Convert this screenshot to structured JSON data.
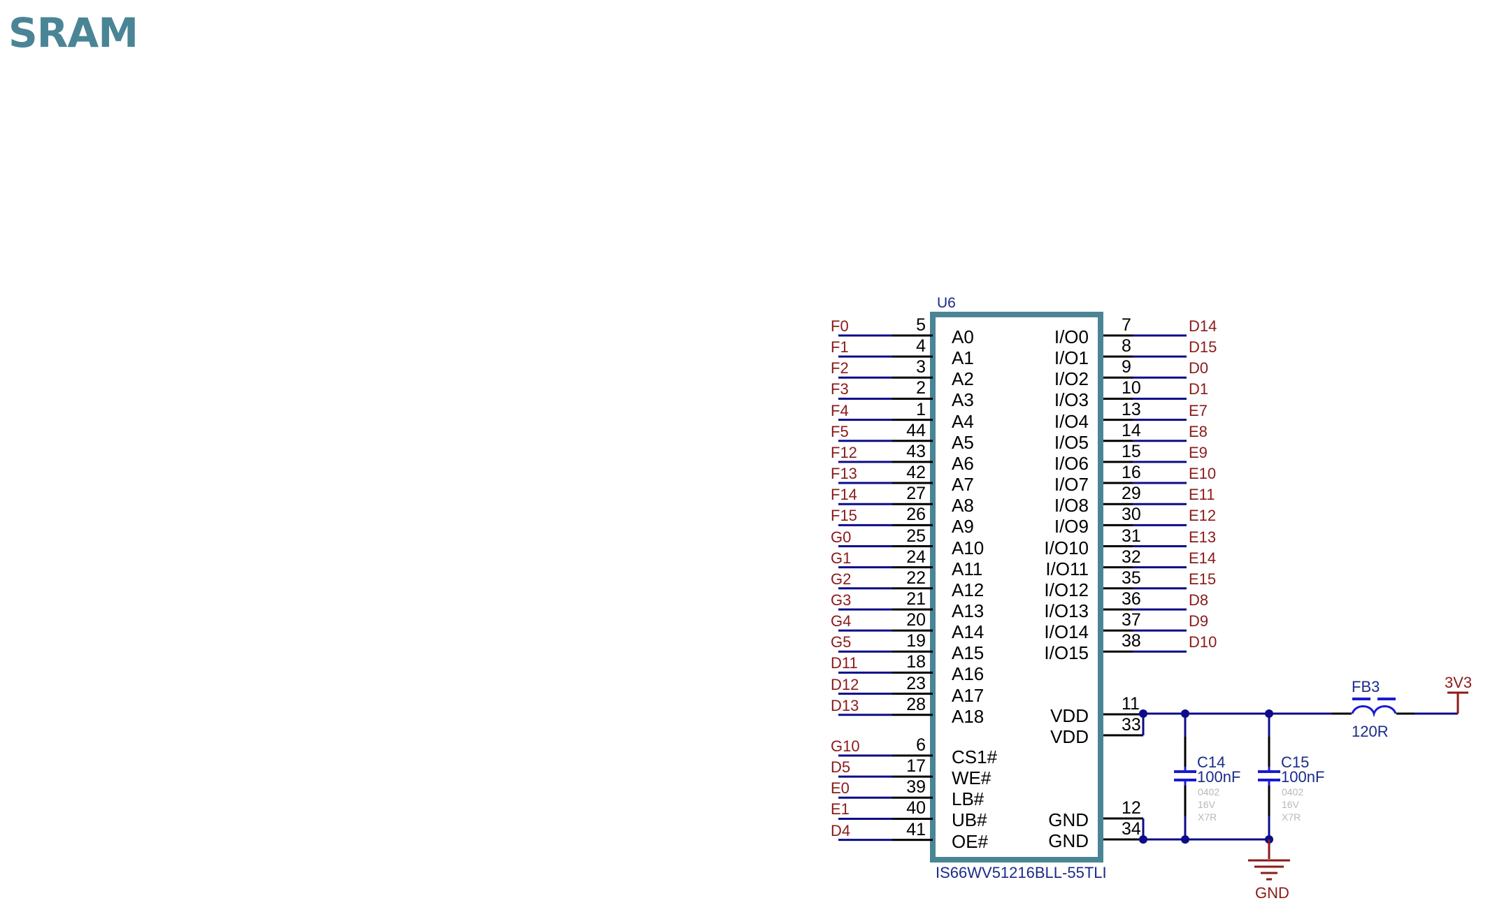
{
  "page": {
    "title": "SRAM",
    "accent_color": "#4a8596",
    "wire_color": "#0c0c8a",
    "pin_color": "#000000",
    "net_label_color": "#8b1a1a"
  },
  "u6": {
    "ref": "U6",
    "part_number": "IS66WV51216BLL-55TLI",
    "left_pins": [
      {
        "net": "F0",
        "num": "5",
        "name": "A0"
      },
      {
        "net": "F1",
        "num": "4",
        "name": "A1"
      },
      {
        "net": "F2",
        "num": "3",
        "name": "A2"
      },
      {
        "net": "F3",
        "num": "2",
        "name": "A3"
      },
      {
        "net": "F4",
        "num": "1",
        "name": "A4"
      },
      {
        "net": "F5",
        "num": "44",
        "name": "A5"
      },
      {
        "net": "F12",
        "num": "43",
        "name": "A6"
      },
      {
        "net": "F13",
        "num": "42",
        "name": "A7"
      },
      {
        "net": "F14",
        "num": "27",
        "name": "A8"
      },
      {
        "net": "F15",
        "num": "26",
        "name": "A9"
      },
      {
        "net": "G0",
        "num": "25",
        "name": "A10"
      },
      {
        "net": "G1",
        "num": "24",
        "name": "A11"
      },
      {
        "net": "G2",
        "num": "22",
        "name": "A12"
      },
      {
        "net": "G3",
        "num": "21",
        "name": "A13"
      },
      {
        "net": "G4",
        "num": "20",
        "name": "A14"
      },
      {
        "net": "G5",
        "num": "19",
        "name": "A15"
      },
      {
        "net": "D11",
        "num": "18",
        "name": "A16"
      },
      {
        "net": "D12",
        "num": "23",
        "name": "A17"
      },
      {
        "net": "D13",
        "num": "28",
        "name": "A18"
      },
      {
        "net": "G10",
        "num": "6",
        "name": "CS1#"
      },
      {
        "net": "D5",
        "num": "17",
        "name": "WE#"
      },
      {
        "net": "E0",
        "num": "39",
        "name": "LB#"
      },
      {
        "net": "E1",
        "num": "40",
        "name": "UB#"
      },
      {
        "net": "D4",
        "num": "41",
        "name": "OE#"
      }
    ],
    "right_pins": [
      {
        "net": "D14",
        "num": "7",
        "name": "I/O0"
      },
      {
        "net": "D15",
        "num": "8",
        "name": "I/O1"
      },
      {
        "net": "D0",
        "num": "9",
        "name": "I/O2"
      },
      {
        "net": "D1",
        "num": "10",
        "name": "I/O3"
      },
      {
        "net": "E7",
        "num": "13",
        "name": "I/O4"
      },
      {
        "net": "E8",
        "num": "14",
        "name": "I/O5"
      },
      {
        "net": "E9",
        "num": "15",
        "name": "I/O6"
      },
      {
        "net": "E10",
        "num": "16",
        "name": "I/O7"
      },
      {
        "net": "E11",
        "num": "29",
        "name": "I/O8"
      },
      {
        "net": "E12",
        "num": "30",
        "name": "I/O9"
      },
      {
        "net": "E13",
        "num": "31",
        "name": "I/O10"
      },
      {
        "net": "E14",
        "num": "32",
        "name": "I/O11"
      },
      {
        "net": "E15",
        "num": "35",
        "name": "I/O12"
      },
      {
        "net": "D8",
        "num": "36",
        "name": "I/O13"
      },
      {
        "net": "D9",
        "num": "37",
        "name": "I/O14"
      },
      {
        "net": "D10",
        "num": "38",
        "name": "I/O15"
      },
      {
        "net": "",
        "num": "11",
        "name": "VDD"
      },
      {
        "net": "",
        "num": "33",
        "name": "VDD"
      },
      {
        "net": "",
        "num": "12",
        "name": "GND"
      },
      {
        "net": "",
        "num": "34",
        "name": "GND"
      }
    ]
  },
  "c14": {
    "ref": "C14",
    "value": "100nF",
    "package": "0402",
    "voltage": "16V",
    "dielectric": "X7R"
  },
  "c15": {
    "ref": "C15",
    "value": "100nF",
    "package": "0402",
    "voltage": "16V",
    "dielectric": "X7R"
  },
  "fb3": {
    "ref": "FB3",
    "value": "120R"
  },
  "power": {
    "supply": "3V3",
    "ground": "GND"
  }
}
